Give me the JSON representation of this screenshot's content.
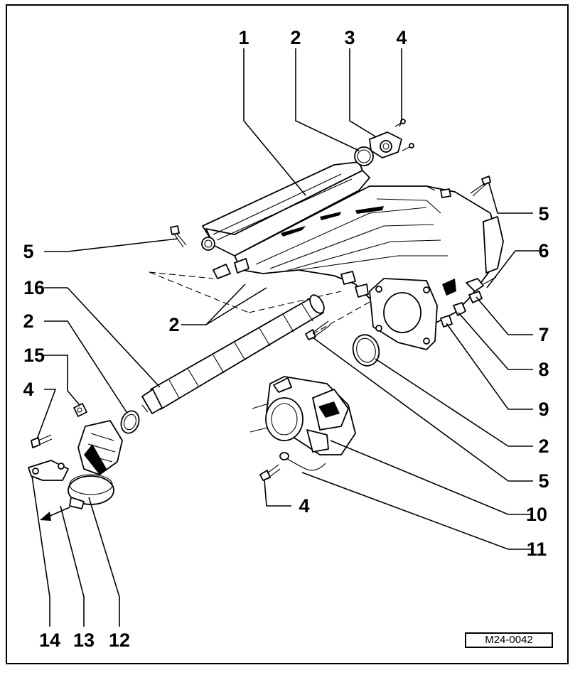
{
  "figure": {
    "reference_code": "M24-0042"
  },
  "callouts": [
    {
      "id": "c1",
      "text": "1"
    },
    {
      "id": "c2a",
      "text": "2"
    },
    {
      "id": "c3",
      "text": "3"
    },
    {
      "id": "c4a",
      "text": "4"
    },
    {
      "id": "c5a",
      "text": "5"
    },
    {
      "id": "c5b",
      "text": "5"
    },
    {
      "id": "c6",
      "text": "6"
    },
    {
      "id": "c16",
      "text": "16"
    },
    {
      "id": "c2b",
      "text": "2"
    },
    {
      "id": "c7",
      "text": "7"
    },
    {
      "id": "c2c",
      "text": "2"
    },
    {
      "id": "c8",
      "text": "8"
    },
    {
      "id": "c15",
      "text": "15"
    },
    {
      "id": "c9",
      "text": "9"
    },
    {
      "id": "c4b",
      "text": "4"
    },
    {
      "id": "c2d",
      "text": "2"
    },
    {
      "id": "c5c",
      "text": "5"
    },
    {
      "id": "c4c",
      "text": "4"
    },
    {
      "id": "c10",
      "text": "10"
    },
    {
      "id": "c11",
      "text": "11"
    },
    {
      "id": "c14",
      "text": "14"
    },
    {
      "id": "c13",
      "text": "13"
    },
    {
      "id": "c12",
      "text": "12"
    }
  ]
}
